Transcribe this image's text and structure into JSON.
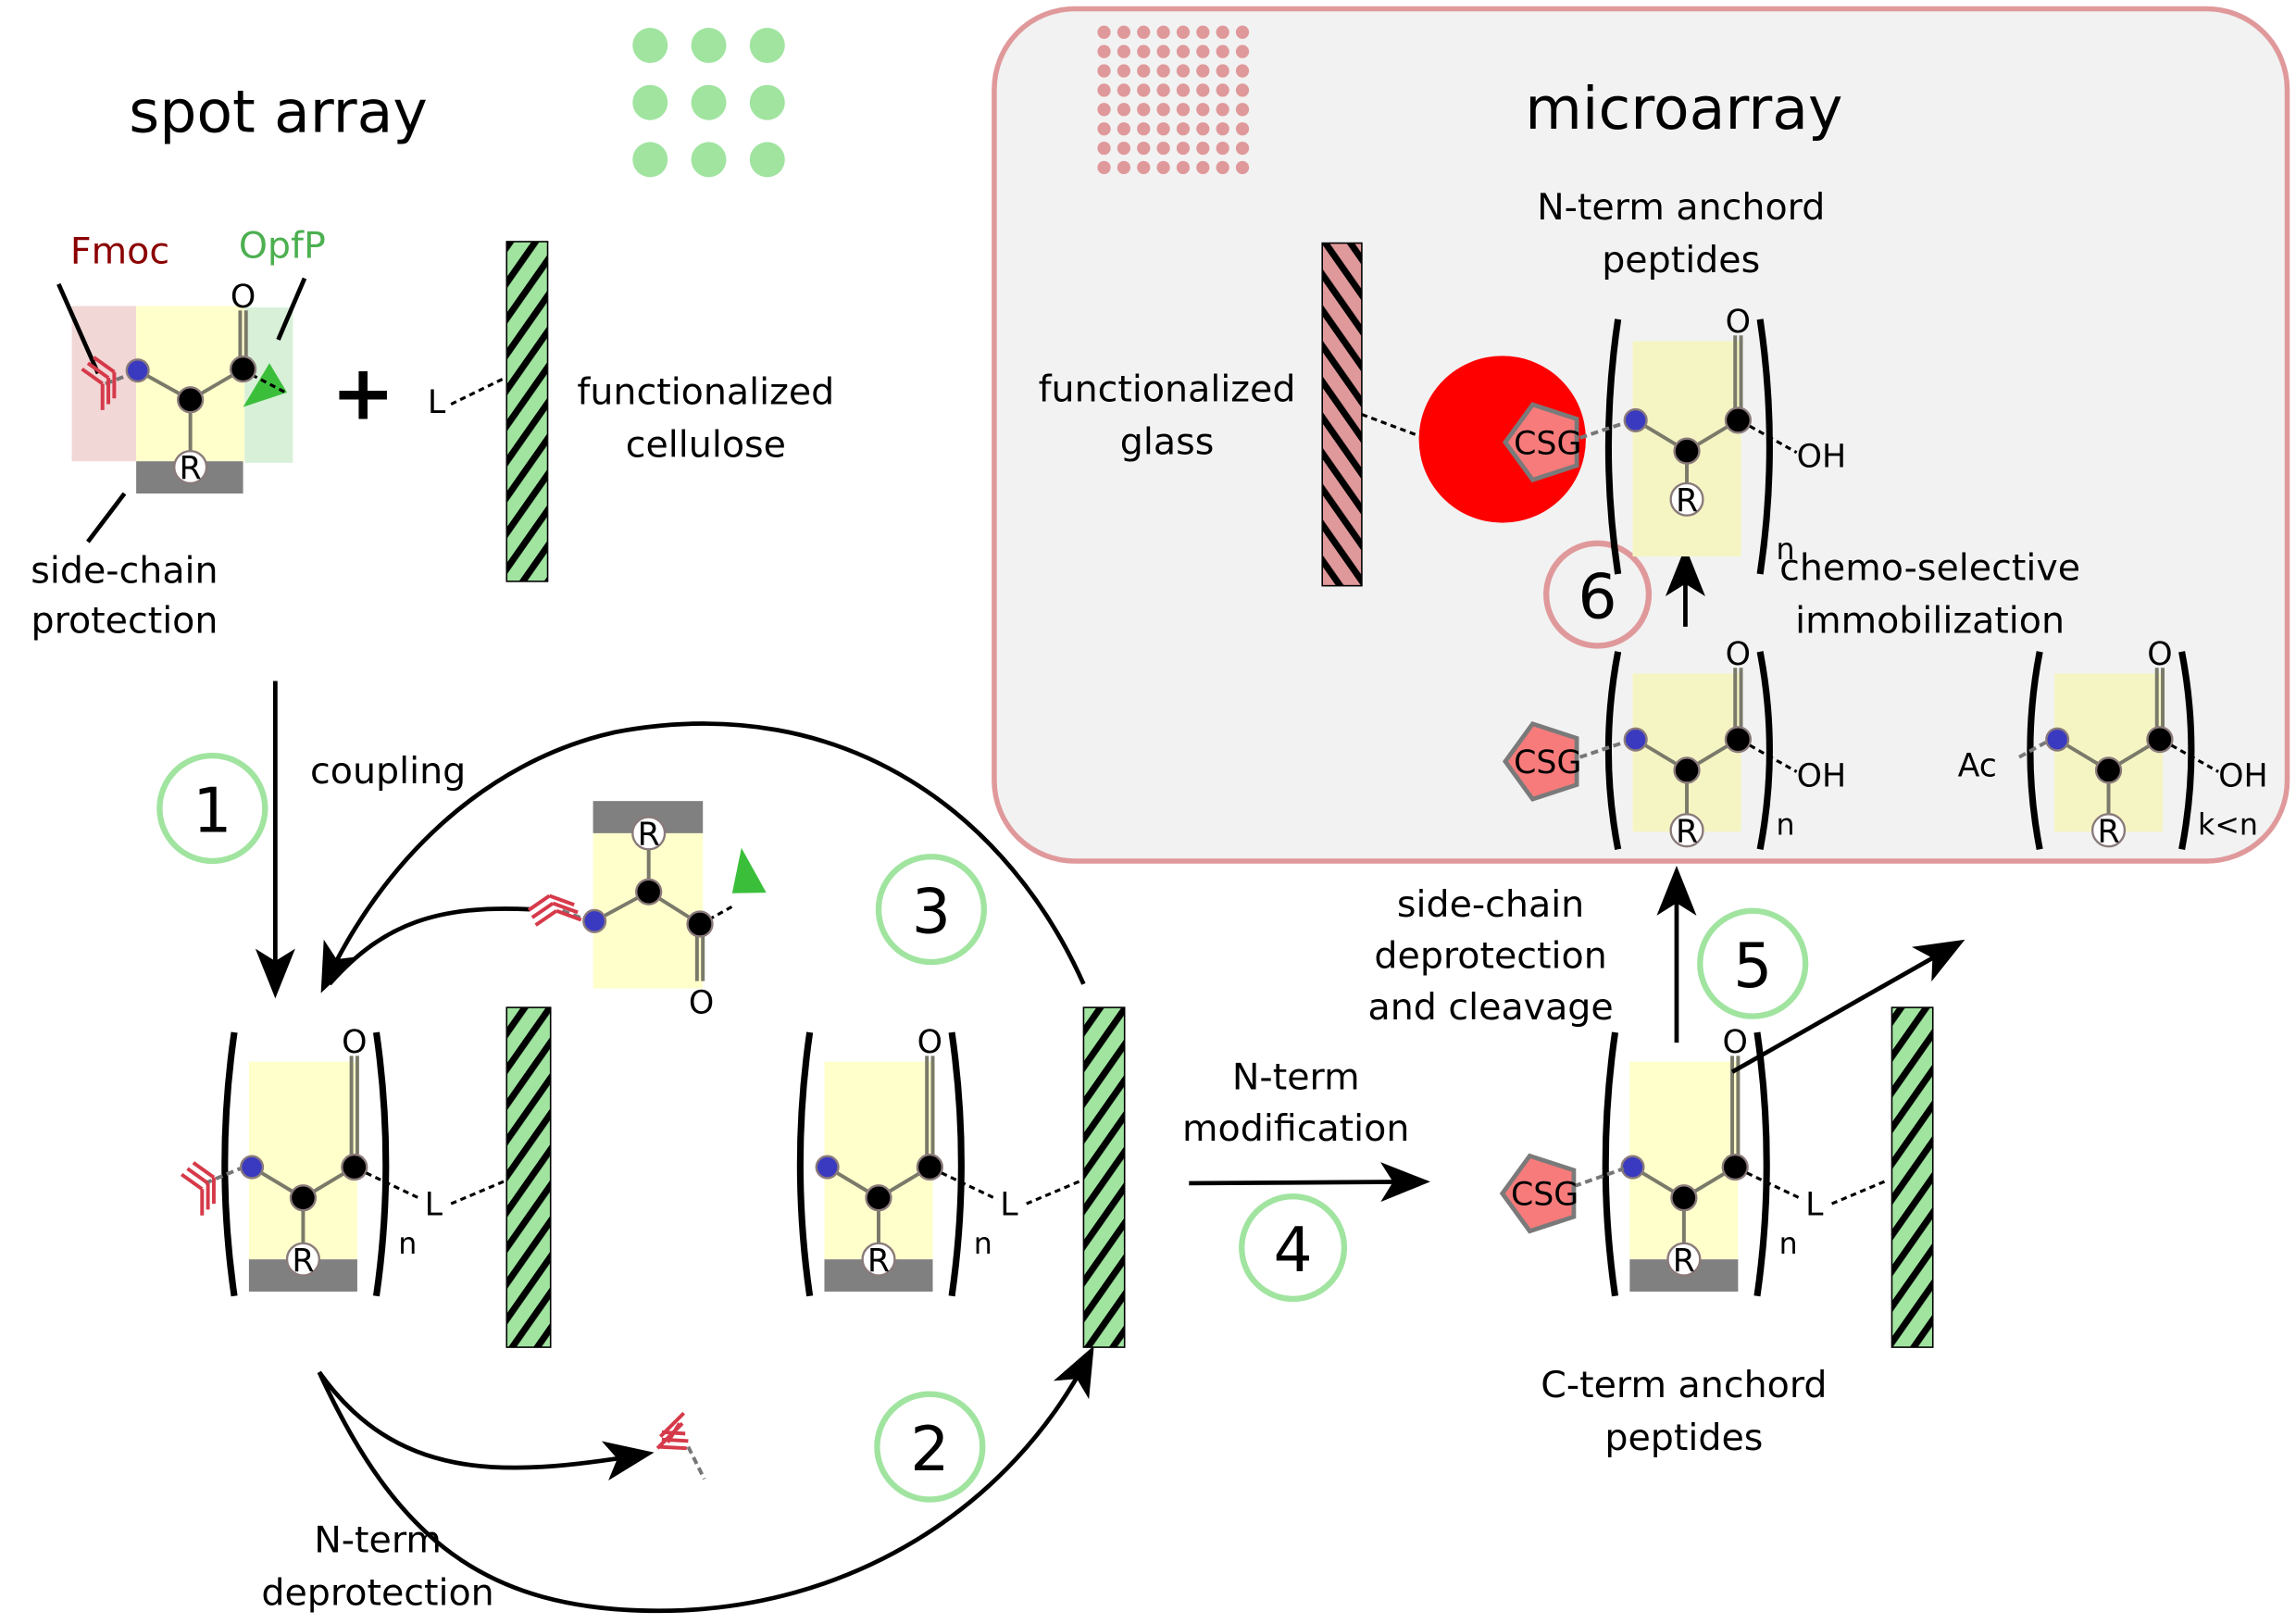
{
  "colors": {
    "spot_green": "#a0e4a0",
    "micro_pink": "#e0999b",
    "box_fill": "#f2f2f2",
    "fmoc_red": "#d63a4a",
    "fmoc_label": "#8b0000",
    "opfp_green": "#3bbf3b",
    "opfp_label": "#4caf50",
    "nitrogen_blue": "#3a3ac0",
    "backbone_yellow": "#ffffcc",
    "protection_gray": "#808080",
    "csg_fill": "#f77b7b",
    "capture_red": "#ff0000"
  },
  "spot_array": {
    "title": "spot array",
    "spot_grid": {
      "rows": 3,
      "cols": 3
    },
    "labels": {
      "fmoc": "Fmoc",
      "opfp": "OpfP",
      "side_chain_protection": [
        "side-chain",
        "protection"
      ],
      "plus": "+",
      "linker": "L",
      "support": [
        "functionalized",
        "cellulose"
      ]
    }
  },
  "microarray": {
    "title": "microarray",
    "spot_grid": {
      "rows": 8,
      "cols": 8
    },
    "support": [
      "functionalized",
      "glass"
    ],
    "product_label": [
      "N-term anchord",
      "peptides"
    ],
    "step6_label": [
      "chemo-selective",
      "immobilization"
    ]
  },
  "atoms": {
    "oxygen": "O",
    "residue": "R",
    "hydroxyl": "OH",
    "linker": "L",
    "repeat": "n",
    "truncated_repeat": "k<n",
    "acetyl": "Ac",
    "csg": "CSG"
  },
  "steps": [
    {
      "number": "1",
      "label": [
        "coupling"
      ]
    },
    {
      "number": "2",
      "label": [
        "N-term",
        "deprotection"
      ]
    },
    {
      "number": "3",
      "label": []
    },
    {
      "number": "4",
      "label": [
        "N-term",
        "modification"
      ]
    },
    {
      "number": "5",
      "label": [
        "side-chain",
        "deprotection",
        "and cleavage"
      ]
    },
    {
      "number": "6",
      "label": [
        "chemo-selective",
        "immobilization"
      ]
    }
  ],
  "cterm_label": [
    "C-term anchord",
    "peptides"
  ]
}
